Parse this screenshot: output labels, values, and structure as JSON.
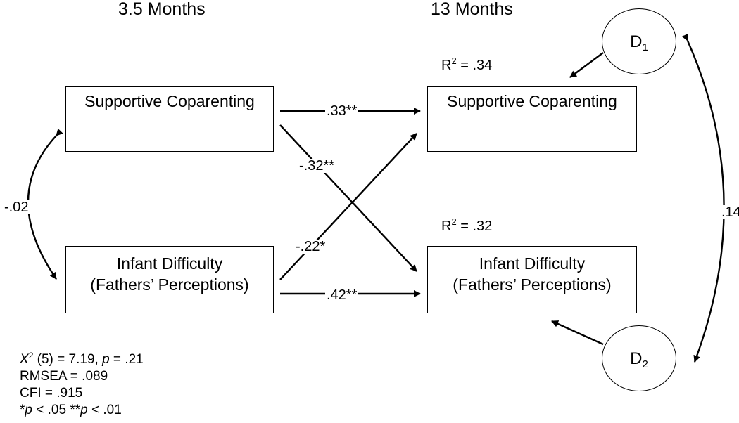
{
  "headers": {
    "left": "3.5 Months",
    "right": "13 Months"
  },
  "boxes": {
    "left_top": {
      "line1": "Supportive Coparenting"
    },
    "left_bottom": {
      "line1": "Infant Difficulty",
      "line2": "(Fathers’ Perceptions)"
    },
    "right_top": {
      "line1": "Supportive Coparenting"
    },
    "right_bottom": {
      "line1": "Infant Difficulty",
      "line2": "(Fathers’ Perceptions)"
    }
  },
  "paths": {
    "stab_coparenting": ".33**",
    "stab_difficulty": ".42**",
    "cross_coparenting_to_difficulty": "-.32**",
    "cross_difficulty_to_coparenting": "-.22*",
    "covariance_3_5": "-.02",
    "covariance_disturbances": ".14"
  },
  "r_squared": {
    "top": {
      "prefix": "R",
      "sup": "2",
      "value": " = .34"
    },
    "bottom": {
      "prefix": "R",
      "sup": "2",
      "value": " = .32"
    }
  },
  "disturbances": {
    "d1": {
      "letter": "D",
      "sub": "1"
    },
    "d2": {
      "letter": "D",
      "sub": "2"
    }
  },
  "fit_stats": {
    "chi_symbol": "X",
    "chi_sup": "2",
    "chi_rest_a": " (5) = 7.19, ",
    "chi_p": "p",
    "chi_rest_b": " = .21",
    "rmsea": "RMSEA = .089",
    "cfi": "CFI = .915",
    "sig_a_star": "*",
    "sig_a_p": "p",
    "sig_a_rest": " < .05 **",
    "sig_b_p": "p",
    "sig_b_rest": " < .01"
  }
}
